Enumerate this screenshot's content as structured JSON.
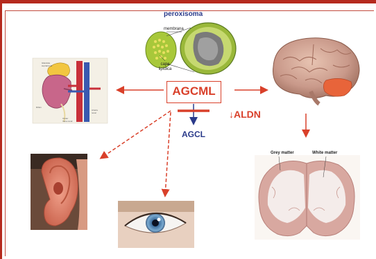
{
  "labels": {
    "peroxisome_title": "peroxisoma",
    "membrane": "membrana",
    "lipid_layer": "capa lipídica",
    "center_compound": "AGCML",
    "reduced_enzyme": "↓ALDN",
    "product": "AGCL",
    "grey_matter": "Grey matter",
    "white_matter": "White matter"
  },
  "colors": {
    "frame": "#b52a1e",
    "accent_red": "#d9402a",
    "accent_blue": "#2a3a8a"
  },
  "icons": {
    "peroxisome": "peroxisome-illustration",
    "kidney": "kidney-adrenal-illustration",
    "brain": "brain-illustration",
    "ear": "ear-photo",
    "eye": "eye-photo",
    "brain_section": "brain-coronal-section"
  }
}
